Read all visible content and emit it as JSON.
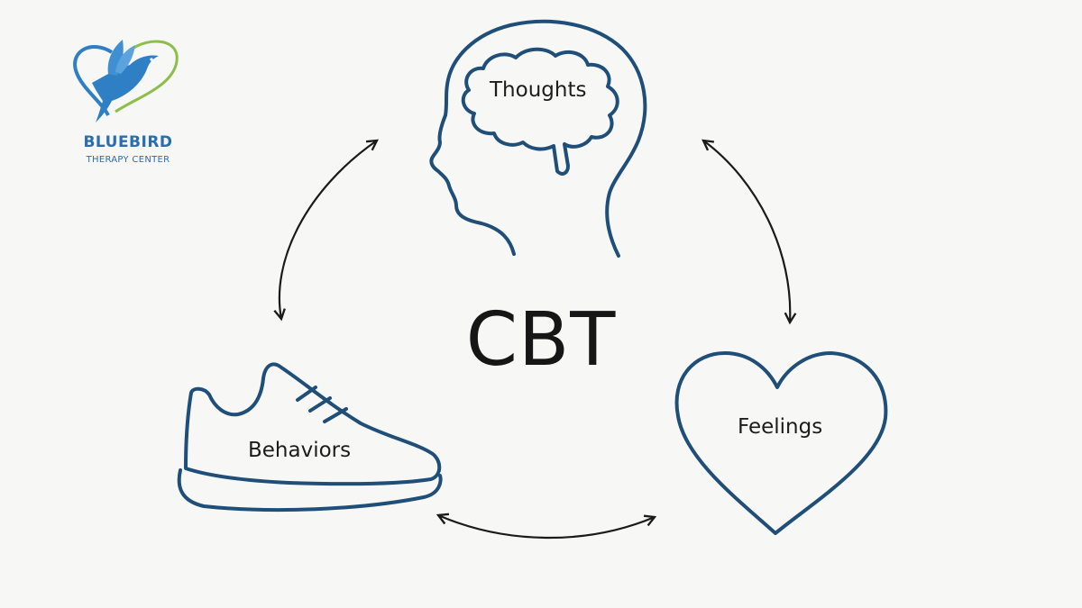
{
  "logo": {
    "name": "BLUEBIRD",
    "subtitle": "THERAPY CENTER",
    "colors": {
      "bird": "#2f7fc4",
      "heart_arc": "#8cbf4a",
      "text": "#2a6db0"
    }
  },
  "center": {
    "title": "CBT"
  },
  "nodes": {
    "thoughts": {
      "label": "Thoughts",
      "icon": "head-brain-icon"
    },
    "feelings": {
      "label": "Feelings",
      "icon": "heart-icon"
    },
    "behaviors": {
      "label": "Behaviors",
      "icon": "shoe-icon"
    }
  },
  "colors": {
    "outline": "#1f4e78",
    "arrow": "#1a1a1a",
    "background": "#f7f7f5"
  }
}
